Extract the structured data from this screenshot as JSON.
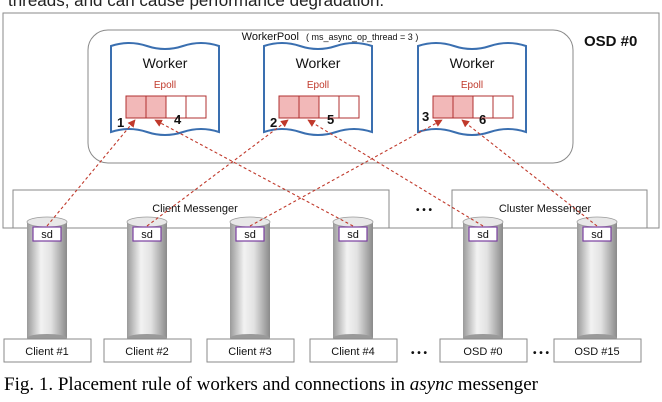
{
  "header_fragment": "threads, and can cause performance degradation.",
  "osd_label": "OSD #0",
  "workerpool": {
    "label": "WorkerPool",
    "param": "( ms_async_op_thread = 3 )"
  },
  "workers": [
    {
      "title": "Worker",
      "subtitle": "Epoll",
      "left_num": "1",
      "right_num": "4"
    },
    {
      "title": "Worker",
      "subtitle": "Epoll",
      "left_num": "2",
      "right_num": "5"
    },
    {
      "title": "Worker",
      "subtitle": "Epoll",
      "left_num": "3",
      "right_num": "6"
    }
  ],
  "messengers": {
    "client": "Client Messenger",
    "cluster": "Cluster Messenger",
    "ellipsis": "• • •"
  },
  "sockets": [
    "sd",
    "sd",
    "sd",
    "sd",
    "sd",
    "sd"
  ],
  "clients": [
    "Client #1",
    "Client #2",
    "Client #3",
    "Client #4",
    "OSD #0",
    "OSD #15"
  ],
  "bottom_ellipsis": [
    "• • •",
    "• • •"
  ],
  "caption": {
    "prefix": "Fig. 1.   Placement rule of workers and connections in ",
    "emphasis": "async",
    "suffix": " messenger"
  },
  "colors": {
    "worker_stroke": "#3a6fb0",
    "epoll_text": "#c0392b",
    "slot_fill": "#f2b8b8",
    "slot_stroke": "#b03030",
    "arrow": "#c0392b",
    "sd_stroke": "#7a3fa0"
  }
}
